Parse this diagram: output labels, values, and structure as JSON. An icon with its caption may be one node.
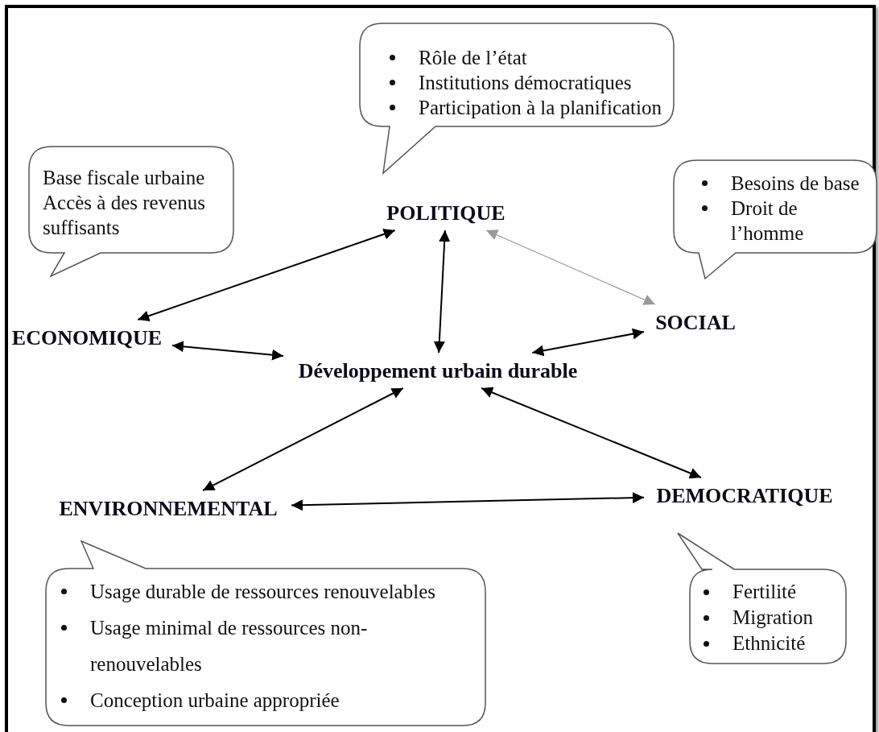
{
  "diagram": {
    "nodes": [
      {
        "text": [
          "Rôle de l’état",
          "Institutions démocratiques",
          "Participation à la planification"
        ]
      },
      {
        "text": [
          "Base fiscale urbaine",
          "Accès à des revenus suffisants"
        ]
      },
      {
        "text": [
          "Besoins de base",
          "Droit de l’homme"
        ]
      },
      {
        "text": [
          "POLITIQUE"
        ]
      },
      {
        "text": [
          "ECONOMIQUE"
        ]
      },
      {
        "text": [
          "SOCIAL"
        ]
      },
      {
        "text": [
          "Développement urbain durable"
        ]
      },
      {
        "text": [
          "ENVIRONNEMENTAL"
        ]
      },
      {
        "text": [
          "DEMOCRATIQUE"
        ]
      },
      {
        "text": [
          "Usage durable de ressources renouvelables",
          "Usage minimal de ressources non-renouvelables",
          "Conception urbaine appropriée"
        ]
      },
      {
        "text": [
          "Fertilité",
          "Migration",
          "Ethnicité"
        ]
      }
    ],
    "edges": [
      {
        "from": 4,
        "to": 3,
        "arrow": "both"
      },
      {
        "from": 3,
        "to": 6,
        "arrow": "both"
      },
      {
        "from": 3,
        "to": 5,
        "arrow": "both",
        "color": "#9a9a9a"
      },
      {
        "from": 4,
        "to": 6,
        "arrow": "both"
      },
      {
        "from": 5,
        "to": 6,
        "arrow": "both"
      },
      {
        "from": 6,
        "to": 7,
        "arrow": "both"
      },
      {
        "from": 6,
        "to": 8,
        "arrow": "both"
      },
      {
        "from": 7,
        "to": 8,
        "arrow": "both"
      }
    ]
  }
}
